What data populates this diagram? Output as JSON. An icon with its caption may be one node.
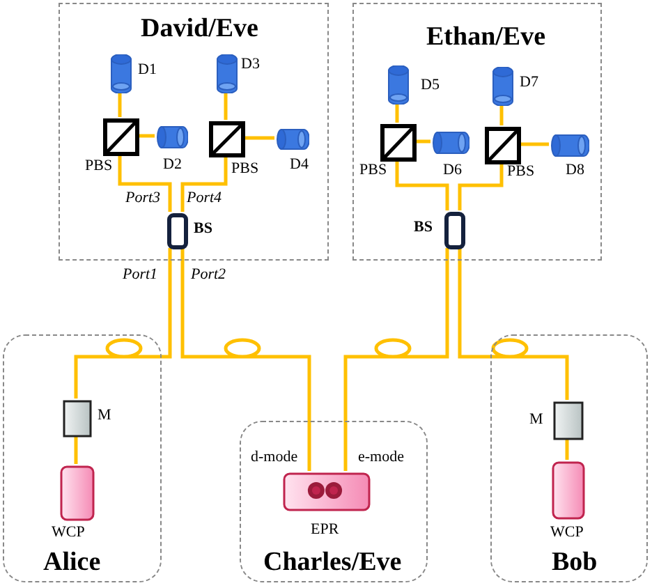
{
  "diagram": {
    "nodes": [
      {
        "text": [
          "David/Eve"
        ]
      },
      {
        "text": [],
        "shape": "cylinder",
        "beside": [
          "D1"
        ],
        "in": 0
      },
      {
        "text": [],
        "shape": "box",
        "beside": [
          "PBS"
        ],
        "in": 0
      },
      {
        "text": [],
        "shape": "cylinder",
        "beside": [
          "D2"
        ],
        "in": 0
      },
      {
        "text": [],
        "shape": "cylinder",
        "beside": [
          "D3"
        ],
        "in": 0
      },
      {
        "text": [],
        "shape": "box",
        "beside": [
          "PBS"
        ],
        "in": 0
      },
      {
        "text": [],
        "shape": "cylinder",
        "beside": [
          "D4"
        ],
        "in": 0
      },
      {
        "text": [],
        "shape": "box",
        "beside": [
          "BS"
        ],
        "in": 0
      },
      {
        "text": [
          "Ethan/Eve"
        ]
      },
      {
        "text": [],
        "shape": "cylinder",
        "beside": [
          "D5"
        ],
        "in": 8
      },
      {
        "text": [],
        "shape": "box",
        "beside": [
          "PBS"
        ],
        "in": 8
      },
      {
        "text": [],
        "shape": "cylinder",
        "beside": [
          "D6"
        ],
        "in": 8
      },
      {
        "text": [],
        "shape": "cylinder",
        "beside": [
          "D7"
        ],
        "in": 8
      },
      {
        "text": [],
        "shape": "box",
        "beside": [
          "PBS"
        ],
        "in": 8
      },
      {
        "text": [],
        "shape": "cylinder",
        "beside": [
          "D8"
        ],
        "in": 8
      },
      {
        "text": [],
        "shape": "box",
        "beside": [
          "BS"
        ],
        "in": 8
      },
      {
        "text": [
          "Alice"
        ]
      },
      {
        "text": [],
        "shape": "box",
        "beside": [
          "M"
        ],
        "in": 16
      },
      {
        "text": [],
        "shape": "box",
        "beside": [
          "WCP"
        ],
        "in": 16
      },
      {
        "text": [
          "Charles/Eve"
        ]
      },
      {
        "text": [],
        "shape": "box",
        "beside": [
          "d-mode",
          "e-mode",
          "EPR"
        ],
        "in": 19
      },
      {
        "text": [
          "Bob"
        ]
      },
      {
        "text": [],
        "shape": "box",
        "beside": [
          "M"
        ],
        "in": 21
      },
      {
        "text": [],
        "shape": "box",
        "beside": [
          "WCP"
        ],
        "in": 21
      }
    ],
    "edges": [
      {
        "from": 1,
        "to": 2,
        "arrow": "none"
      },
      {
        "from": 2,
        "to": 3,
        "arrow": "none"
      },
      {
        "from": 4,
        "to": 5,
        "arrow": "none"
      },
      {
        "from": 5,
        "to": 6,
        "arrow": "none"
      },
      {
        "from": 2,
        "to": 7,
        "arrow": "none"
      },
      {
        "from": 5,
        "to": 7,
        "arrow": "none"
      },
      {
        "from": 9,
        "to": 10,
        "arrow": "none"
      },
      {
        "from": 10,
        "to": 11,
        "arrow": "none"
      },
      {
        "from": 12,
        "to": 13,
        "arrow": "none"
      },
      {
        "from": 13,
        "to": 14,
        "arrow": "none"
      },
      {
        "from": 10,
        "to": 15,
        "arrow": "none"
      },
      {
        "from": 13,
        "to": 15,
        "arrow": "none"
      },
      {
        "from": 7,
        "to": 17,
        "arrow": "none"
      },
      {
        "from": 7,
        "to": 20,
        "arrow": "none"
      },
      {
        "from": 15,
        "to": 20,
        "arrow": "none"
      },
      {
        "from": 15,
        "to": 22,
        "arrow": "none"
      },
      {
        "from": 17,
        "to": 18,
        "arrow": "none"
      },
      {
        "from": 22,
        "to": 23,
        "arrow": "none"
      }
    ],
    "labels": [
      "Port3",
      "Port4",
      "Port1",
      "Port2"
    ]
  }
}
